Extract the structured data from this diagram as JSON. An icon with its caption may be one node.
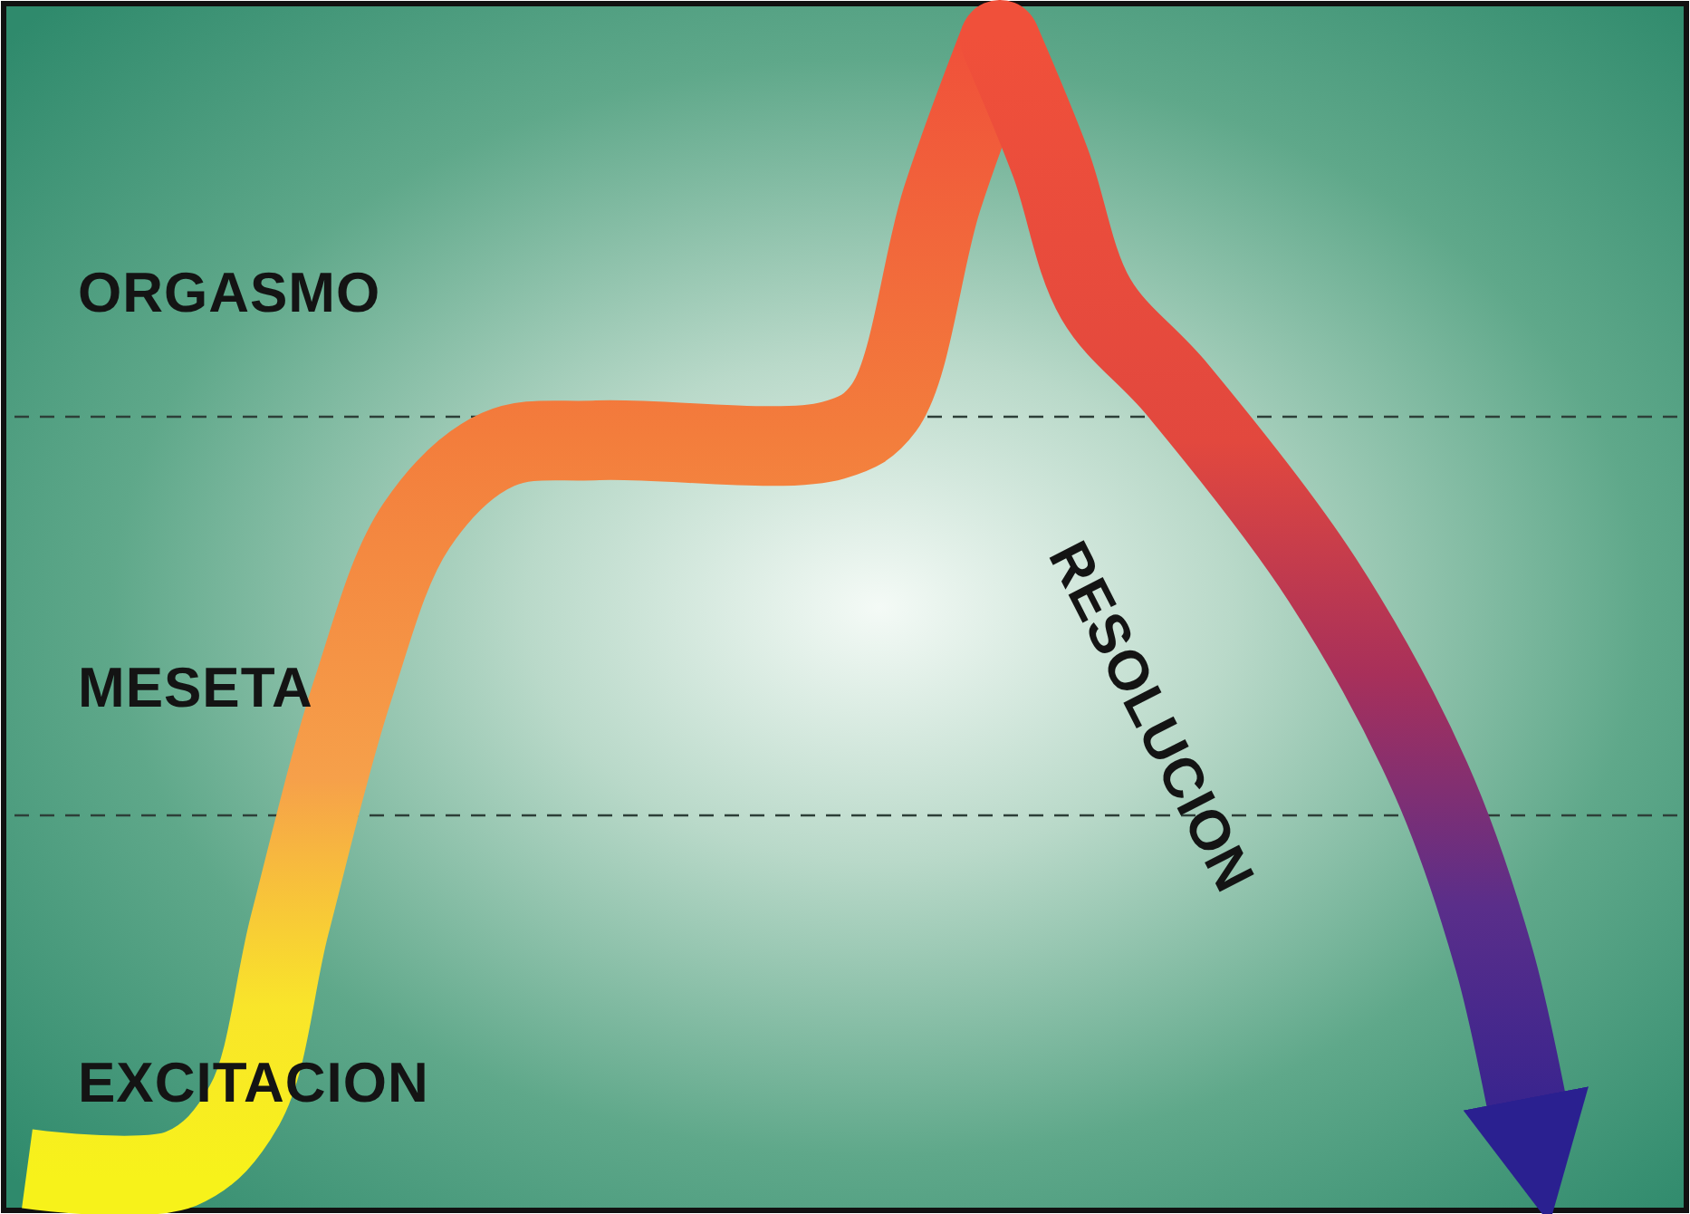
{
  "diagram": {
    "labels": [
      "ORGASMO",
      "MESETA",
      "EXCITACION",
      "RESOLUCION"
    ]
  }
}
